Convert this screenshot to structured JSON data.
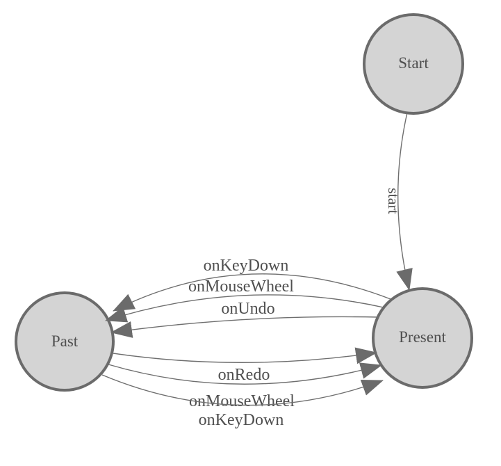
{
  "diagram": {
    "kind": "state-machine",
    "nodes": [
      {
        "id": "start",
        "label": "Start"
      },
      {
        "id": "present",
        "label": "Present"
      },
      {
        "id": "past",
        "label": "Past"
      }
    ],
    "edges": [
      {
        "from": "Start",
        "to": "Present",
        "label": "start"
      },
      {
        "from": "Present",
        "to": "Past",
        "label": "onKeyDown"
      },
      {
        "from": "Present",
        "to": "Past",
        "label": "onMouseWheel"
      },
      {
        "from": "Present",
        "to": "Past",
        "label": "onUndo"
      },
      {
        "from": "Past",
        "to": "Present",
        "label": "onRedo"
      },
      {
        "from": "Past",
        "to": "Present",
        "label": "onMouseWheel"
      },
      {
        "from": "Past",
        "to": "Present",
        "label": "onKeyDown"
      }
    ],
    "colors": {
      "background": "#ffffff",
      "node_fill": "#d4d4d4",
      "node_stroke": "#6b6b6b",
      "edge_stroke": "#6e6e6e",
      "arrow_fill": "#6b6b6b",
      "label_text": "#4f4f4f"
    }
  }
}
